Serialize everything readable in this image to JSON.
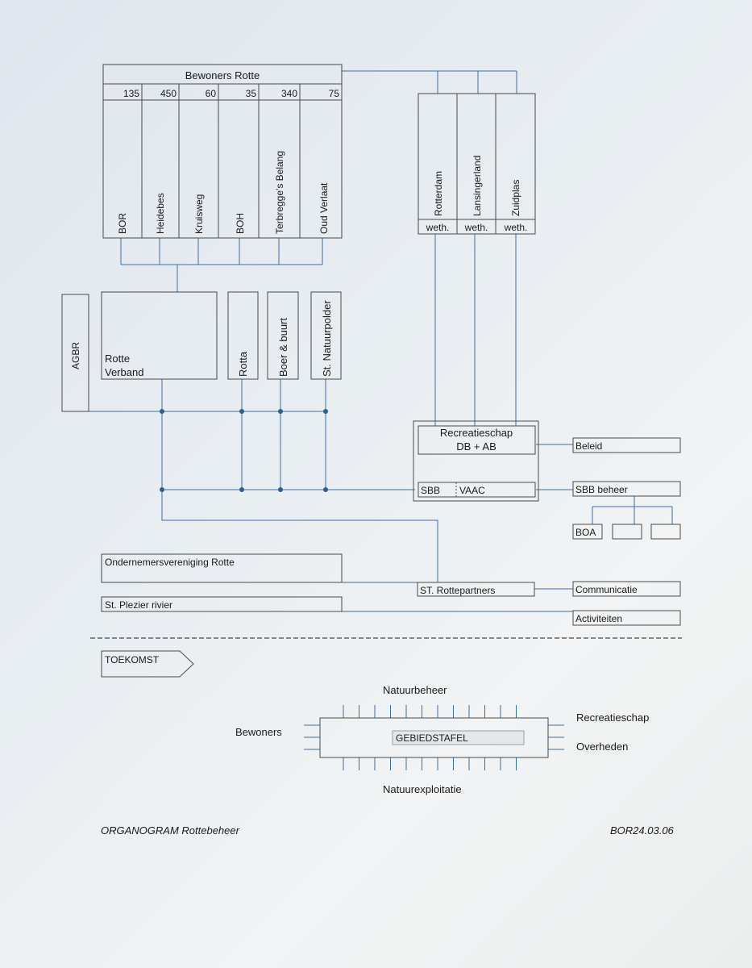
{
  "colors": {
    "line": "#3d6e9e",
    "box": "#4a4a4a",
    "text": "#1a1a1a",
    "node": "#2f5f8f"
  },
  "bewoners": {
    "title": "Bewoners Rotte",
    "columns": [
      {
        "count": "135",
        "name": "BOR"
      },
      {
        "count": "450",
        "name": "Heidebes"
      },
      {
        "count": "60",
        "name": "Kruisweg"
      },
      {
        "count": "35",
        "name": "BOH"
      },
      {
        "count": "340",
        "name": "Terbregge's Belang"
      },
      {
        "count": "75",
        "name": "Oud Verlaat"
      }
    ]
  },
  "gemeenten": {
    "columns": [
      {
        "name": "Rotterdam",
        "role": "weth."
      },
      {
        "name": "Lansingerland",
        "role": "weth."
      },
      {
        "name": "Zuidplas",
        "role": "weth."
      }
    ]
  },
  "organisaties": {
    "agbr": "AGBR",
    "rotte_verband_line1": "Rotte",
    "rotte_verband_line2": "Verband",
    "rotta": "Rotta",
    "boer_buurt": "Boer & buurt",
    "natuurpolder": "St. Natuurpolder"
  },
  "recreatieschap": {
    "line1": "Recreatieschap",
    "line2": "DB + AB",
    "sbb": "SBB",
    "vaac": "VAAC"
  },
  "rechts": {
    "beleid": "Beleid",
    "sbb_beheer": "SBB beheer",
    "boa": "BOA",
    "communicatie": "Communicatie",
    "activiteiten": "Activiteiten"
  },
  "onder": {
    "ondernemers": "Ondernemersvereniging Rotte",
    "plezier": "St. Plezier rivier",
    "rottepartners": "ST. Rottepartners"
  },
  "toekomst": {
    "label": "TOEKOMST",
    "gebiedstafel": "GEBIEDSTAFEL",
    "top": "Natuurbeheer",
    "bottom": "Natuurexploitatie",
    "left": "Bewoners",
    "right1": "Recreatieschap",
    "right2": "Overheden"
  },
  "footer": {
    "left": "ORGANOGRAM  Rottebeheer",
    "right": "BOR24.03.06"
  }
}
